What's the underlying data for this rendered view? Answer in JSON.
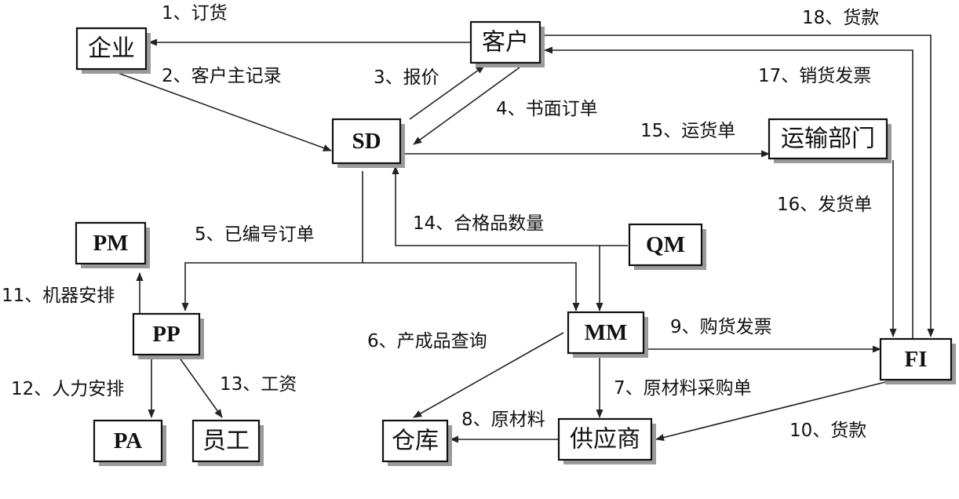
{
  "nodes": {
    "enterprise": "企业",
    "customer": "客户",
    "sd": "SD",
    "transport": "运输部门",
    "pm": "PM",
    "qm": "QM",
    "pp": "PP",
    "mm": "MM",
    "fi": "FI",
    "pa": "PA",
    "staff": "员工",
    "warehouse": "仓库",
    "supplier": "供应商"
  },
  "edges": {
    "e1": "1、订货",
    "e2": "2、客户主记录",
    "e3": "3、报价",
    "e4": "4、书面订单",
    "e5": "5、已编号订单",
    "e6": "6、产成品查询",
    "e7": "7、原材料采购单",
    "e8": "8、原材料",
    "e9": "9、购货发票",
    "e10": "10、货款",
    "e11": "11、机器安排",
    "e12": "12、人力安排",
    "e13": "13、工资",
    "e14": "14、合格品数量",
    "e15": "15、运货单",
    "e16": "16、发货单",
    "e17": "17、销货发票",
    "e18": "18、货款"
  },
  "colors": {
    "line": "#222222",
    "box_border": "#111111",
    "shadow": "#9a9a9a"
  }
}
